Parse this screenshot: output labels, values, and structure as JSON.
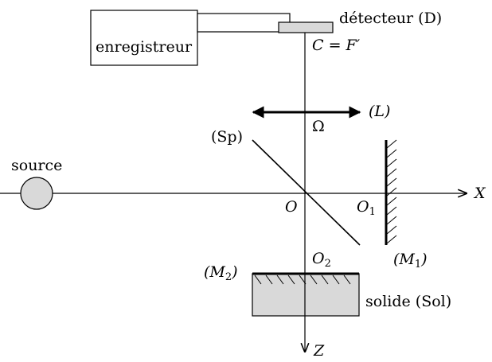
{
  "labels": {
    "enregistreur": "enregistreur",
    "detecteur": "détecteur (D)",
    "c_eq": "C = F′",
    "lens": "(L)",
    "omega": "Ω",
    "splitter": "(Sp)",
    "source": "source",
    "origin": "O",
    "o1_main": "O",
    "o1_sub": "1",
    "x_axis": "X",
    "m1_main": "(M",
    "m1_sub": "1",
    "m1_close": ")",
    "m2_main": "(M",
    "m2_sub": "2",
    "m2_close": ")",
    "o2_main": "O",
    "o2_sub": "2",
    "solide": "solide (Sol)",
    "z_axis": "Z"
  },
  "colors": {
    "line": "#000000",
    "fill_grey": "#d9d9d9"
  }
}
